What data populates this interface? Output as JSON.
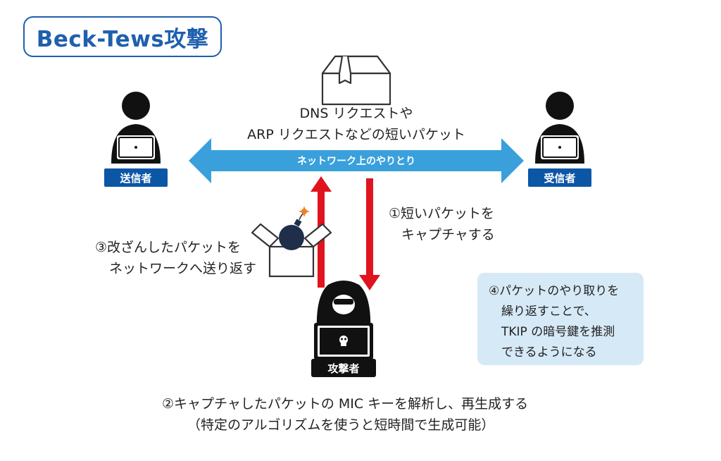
{
  "title": "Beck-Tews攻撃",
  "sender_label": "送信者",
  "receiver_label": "受信者",
  "attacker_label": "攻撃者",
  "packet_caption": [
    "DNS リクエストや",
    "ARP リクエストなどの短いパケット"
  ],
  "network_label": "ネットワーク上のやりとり",
  "step1": [
    "①短いパケットを",
    "キャプチャする"
  ],
  "step2": [
    "②キャプチャしたパケットの MIC キーを解析し、再生成する",
    "（特定のアルゴリズムを使うと短時間で生成可能）"
  ],
  "step3": [
    "③改ざんしたパケットを",
    "ネットワークへ送り返す"
  ],
  "step4": [
    "④パケットのやり取りを",
    "繰り返すことで、",
    "TKIP の暗号鍵を推測",
    "できるようになる"
  ],
  "colors": {
    "title": "#1f5fae",
    "network_arrow": "#3aa0dc",
    "red_arrow": "#e0141e",
    "badge": "#0c56a6",
    "info_box": "#d6e9f6"
  },
  "icons": [
    "package-box-icon",
    "user-laptop-icon",
    "hacker-laptop-icon",
    "bomb-box-icon",
    "skull-icon"
  ]
}
